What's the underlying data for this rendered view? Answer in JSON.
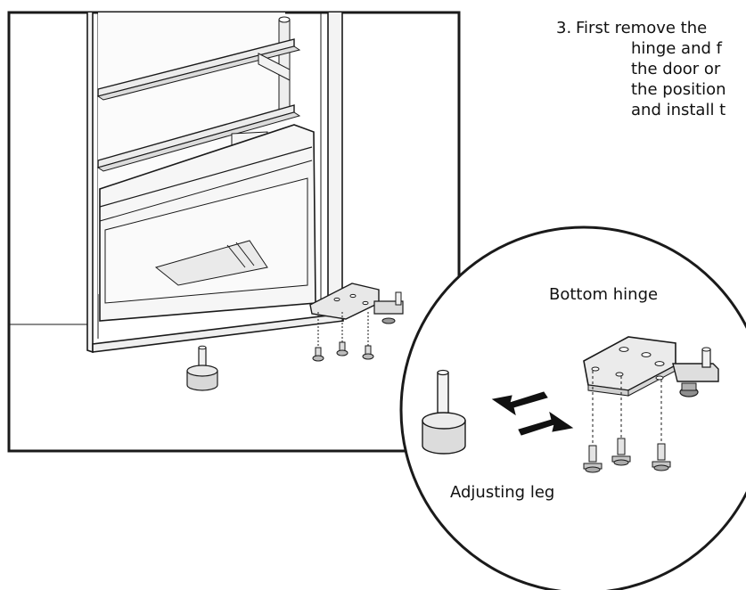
{
  "instruction": {
    "step_number": "3.",
    "lines": [
      "First remove the",
      "hinge and f",
      "the door or",
      "the position",
      "and install t"
    ]
  },
  "callout": {
    "bottom_hinge_label": "Bottom hinge",
    "adjusting_leg_label": "Adjusting leg"
  },
  "colors": {
    "line": "#1a1a1a",
    "fill_light": "#e6e6e6",
    "fill_mid": "#cfcfcf",
    "arrow": "#111111",
    "background": "#ffffff"
  }
}
